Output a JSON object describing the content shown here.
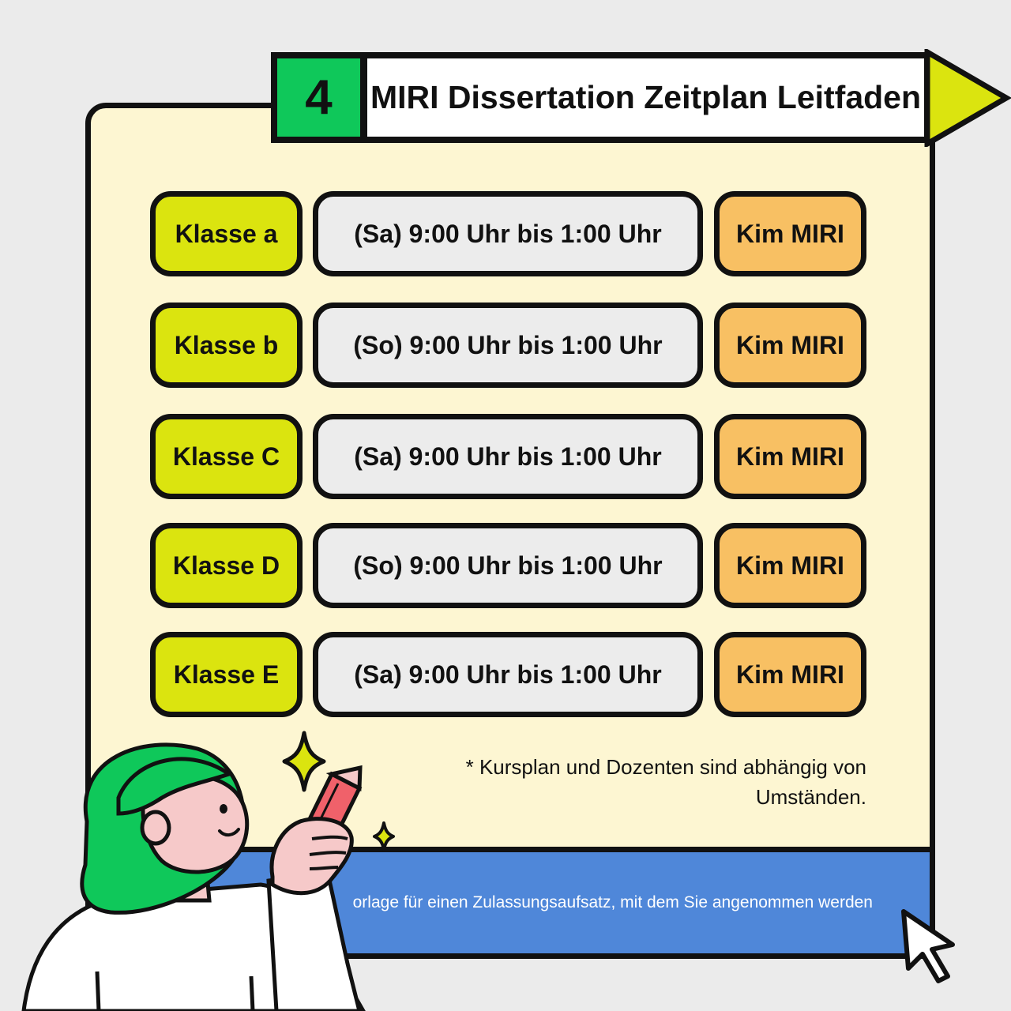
{
  "header": {
    "number": "4",
    "title": "MIRI Dissertation Zeitplan Leitfaden"
  },
  "schedule": [
    {
      "class": "Klasse a",
      "time": "(Sa) 9:00 Uhr bis 1:00 Uhr",
      "teacher": "Kim MIRI"
    },
    {
      "class": "Klasse b",
      "time": "(So) 9:00 Uhr bis 1:00 Uhr",
      "teacher": "Kim MIRI"
    },
    {
      "class": "Klasse C",
      "time": "(Sa) 9:00 Uhr bis 1:00 Uhr",
      "teacher": "Kim MIRI"
    },
    {
      "class": "Klasse D",
      "time": "(So) 9:00 Uhr bis 1:00 Uhr",
      "teacher": "Kim MIRI"
    },
    {
      "class": "Klasse E",
      "time": "(Sa) 9:00 Uhr bis 1:00 Uhr",
      "teacher": "Kim MIRI"
    }
  ],
  "note": {
    "line1": "* Kursplan und Dozenten sind abhängig von",
    "line2": "Umständen."
  },
  "footer": {
    "text": "orlage für einen Zulassungsaufsatz, mit dem Sie angenommen werden"
  },
  "colors": {
    "background": "#ebebeb",
    "card": "#fdf6d2",
    "class_cell": "#dbe40f",
    "time_cell": "#ececec",
    "teacher_cell": "#f8c063",
    "footer_band": "#4f87d9",
    "number_box": "#0fc85a"
  },
  "icons": [
    "arrow-flag-icon",
    "sparkle-icon",
    "pencil-icon",
    "cursor-arrow-icon"
  ]
}
